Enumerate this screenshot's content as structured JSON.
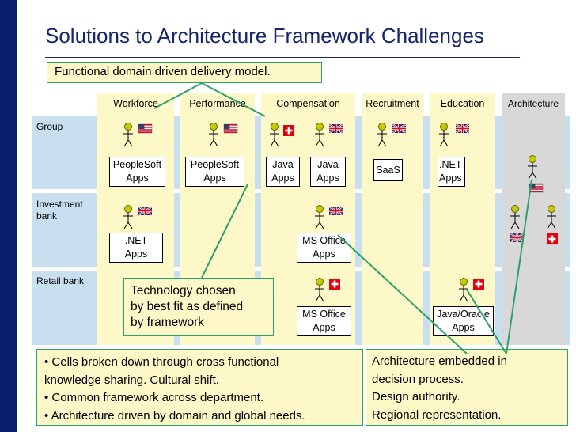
{
  "title": "Solutions to Architecture Framework Challenges",
  "callouts": {
    "functional_domain": "Functional domain driven delivery model.",
    "technology": [
      "Technology chosen",
      "by best fit as defined",
      "by framework"
    ],
    "bullets": [
      "• Cells broken down through cross functional",
      "knowledge sharing. Cultural shift.",
      "• Common framework across department.",
      "• Architecture driven by domain and global needs."
    ],
    "architecture": [
      "Architecture embedded in",
      "decision process.",
      "Design authority.",
      "Regional representation."
    ]
  },
  "columns": [
    "Workforce",
    "Performance",
    "Compensation",
    "Recruitment",
    "Education",
    "Architecture"
  ],
  "rows": {
    "group": "Group",
    "investment_l1": "Investment",
    "investment_l2": "bank",
    "retail": "Retail bank"
  },
  "apps": {
    "workforce_group": [
      "PeopleSoft",
      "Apps"
    ],
    "performance_group": [
      "PeopleSoft",
      "Apps"
    ],
    "compensation_group_1": [
      "Java",
      "Apps"
    ],
    "compensation_group_2": [
      "Java",
      "Apps"
    ],
    "recruitment_group": [
      "SaaS"
    ],
    "education_group": [
      ".NET",
      "Apps"
    ],
    "workforce_investment": [
      ".NET",
      "Apps"
    ],
    "compensation_investment": [
      "MS Office",
      "Apps"
    ],
    "compensation_retail": [
      "MS Office",
      "Apps"
    ],
    "education_retail": [
      "Java/Oracle",
      "Apps"
    ]
  },
  "flags": [
    "us-flag",
    "uk-flag",
    "swiss-flag"
  ],
  "colors": {
    "slide_bar": "#0a1e6e",
    "title": "#16266a",
    "column_fill": "#fdf8c8",
    "architecture_column_fill": "#d8d8d8",
    "row_band_fill": "#c8dff0",
    "connector_line": "#2ea06a",
    "person_fill": "#c8c800"
  }
}
